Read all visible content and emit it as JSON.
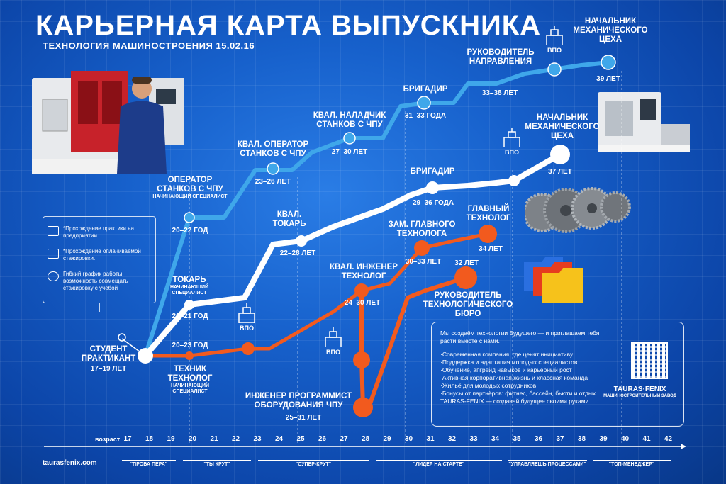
{
  "header": {
    "title": "КАРЬЕРНАЯ КАРТА ВЫПУСКНИКА",
    "subtitle": "ТЕХНОЛОГИЯ МАШИНОСТРОЕНИЯ   15.02.16"
  },
  "start": {
    "title": "СТУДЕНТ ПРАКТИКАНТ",
    "age": "17–19 ЛЕТ"
  },
  "info_box": {
    "items": [
      {
        "icon": "factory-icon",
        "text": "*Прохождение практики на предприятии"
      },
      {
        "icon": "money-icon",
        "text": "*Прохождение оплачиваемой стажировки."
      },
      {
        "icon": "clock-icon",
        "text": "Гибкий график работы, возможность совмещать стажировку с учебой"
      }
    ]
  },
  "blue_path": [
    {
      "title": "ОПЕРАТОР СТАНКОВ С ЧПУ",
      "sub": "НАЧИНАЮЩИЙ СПЕЦИАЛИСТ",
      "age": "20–22 ГОД"
    },
    {
      "title": "КВАЛ. ОПЕРАТОР СТАНКОВ С ЧПУ",
      "sub": "",
      "age": "23–26 ЛЕТ"
    },
    {
      "title": "КВАЛ. НАЛАДЧИК СТАНКОВ С ЧПУ",
      "sub": "",
      "age": "27–30 ЛЕТ"
    },
    {
      "title": "БРИГАДИР",
      "sub": "",
      "age": "31–33 ГОДА"
    },
    {
      "title": "РУКОВОДИТЕЛЬ НАПРАВЛЕНИЯ",
      "sub": "",
      "age": "33–38 ЛЕТ"
    },
    {
      "title": "НАЧАЛЬНИК МЕХАНИЧЕСКОГО ЦЕХА",
      "sub": "",
      "age": "39 ЛЕТ"
    }
  ],
  "white_path": [
    {
      "title": "ТОКАРЬ",
      "sub": "НАЧИНАЮЩИЙ СПЕЦИАЛИСТ",
      "age": "20–21 ГОД"
    },
    {
      "title": "КВАЛ. ТОКАРЬ",
      "sub": "",
      "age": "22–28 ЛЕТ"
    },
    {
      "title": "БРИГАДИР",
      "sub": "",
      "age": "29–36 ГОДА"
    },
    {
      "title": "НАЧАЛЬНИК МЕХАНИЧЕСКОГО ЦЕХА",
      "sub": "",
      "age": "37 ЛЕТ"
    }
  ],
  "orange_path": [
    {
      "title": "ТЕХНИК ТЕХНОЛОГ",
      "sub": "НАЧИНАЮЩИЙ СПЕЦИАЛИСТ",
      "age": "20–23 ГОД"
    },
    {
      "title": "КВАЛ. ИНЖЕНЕР ТЕХНОЛОГ",
      "sub": "",
      "age": "24–30 ЛЕТ"
    },
    {
      "title": "ЗАМ. ГЛАВНОГО ТЕХНОЛОГА",
      "sub": "",
      "age": "30–33 ЛЕТ"
    },
    {
      "title": "ГЛАВНЫЙ ТЕХНОЛОГ",
      "sub": "",
      "age": "34 ЛЕТ"
    },
    {
      "title": "ИНЖЕНЕР ПРОГРАММИСТ ОБОРУДОВАНИЯ ЧПУ",
      "sub": "",
      "age": "25–31 ЛЕТ"
    },
    {
      "title": "РУКОВОДИТЕЛЬ ТЕХНОЛОГИЧЕСКОГО БЮРО",
      "sub": "",
      "age": "32 ЛЕТ"
    }
  ],
  "vpo_label": "ВПО",
  "promo": {
    "intro": "Мы создаём технологии Будущего — и приглашаем тебя расти вместе с нами.",
    "items": [
      "·Современная компания, где ценят инициативу",
      "·Поддержка и адаптация молодых специалистов",
      "·Обучение, апгрейд навыков и карьерный рост",
      "·Активная корпоративная жизнь и классная команда",
      "·Жильё для молодых сотрудников",
      "·Бонусы от партнёров: фитнес, бассейн, бьюти и отдых TAURAS-FENIX — создавай будущее своими руками."
    ],
    "brand_name": "TAURAS·FENIX",
    "brand_tagline": "МАШИНОСТРОИТЕЛЬНЫЙ ЗАВОД"
  },
  "axis": {
    "label": "возраст",
    "ticks": [
      "17",
      "18",
      "19",
      "20",
      "21",
      "22",
      "23",
      "24",
      "25",
      "26",
      "27",
      "28",
      "29",
      "30",
      "31",
      "32",
      "33",
      "34",
      "35",
      "36",
      "37",
      "38",
      "39",
      "40",
      "41",
      "42"
    ]
  },
  "stages": [
    "\"ПРОБА ПЕРА\"",
    "\"ТЫ КРУТ\"",
    "\"СУПЕР-КРУТ\"",
    "\"ЛИДЕР НА СТАРТЕ\"",
    "\"УПРАВЛЯЕШЬ ПРОЦЕССАМИ\"",
    "\"ТОП-МЕНЕДЖЕР\""
  ],
  "footer": {
    "website": "taurasfenix.com"
  },
  "colors": {
    "blue_line": "#3fa7ea",
    "white_line": "#ffffff",
    "orange_line": "#f25a1e",
    "background": "#1761cc"
  }
}
